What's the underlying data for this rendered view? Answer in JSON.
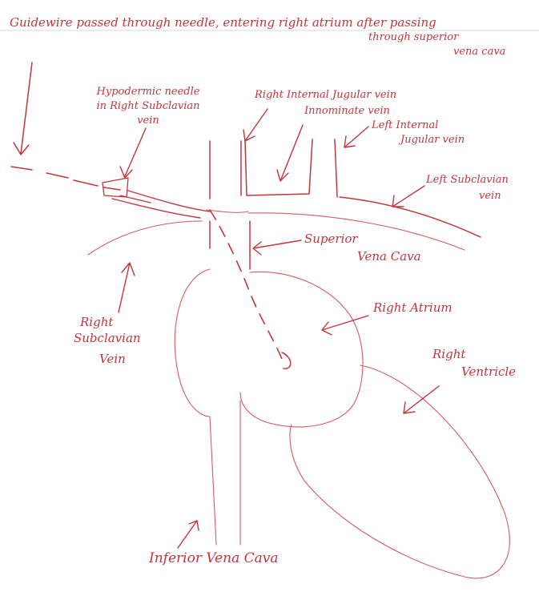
{
  "colors": {
    "ink": "#c4353b",
    "ink_light": "#d45a5f",
    "background": "#ffffff"
  },
  "labels": {
    "guidewire_line1": "Guidewire passed through needle, entering right atrium after passing",
    "guidewire_line2": "through superior",
    "guidewire_line3": "vena cava",
    "needle_line1": "Hypodermic needle",
    "needle_line2": "in Right Subclavian",
    "needle_line3": "vein",
    "right_ij": "Right Internal Jugular vein",
    "innominate": "Innominate vein",
    "left_ij_line1": "Left Internal",
    "left_ij_line2": "Jugular vein",
    "left_subclavian_line1": "Left Subclavian",
    "left_subclavian_line2": "vein",
    "svc_line1": "Superior",
    "svc_line2": "Vena Cava",
    "right_atrium": "Right Atrium",
    "right_subclavian_line1": "Right",
    "right_subclavian_line2": "Subclavian",
    "right_subclavian_line3": "Vein",
    "right_ventricle_line1": "Right",
    "right_ventricle_line2": "Ventricle",
    "ivc": "Inferior Vena Cava"
  }
}
